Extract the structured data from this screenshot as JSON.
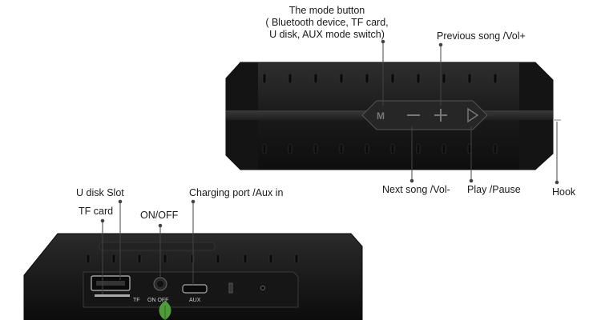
{
  "callouts": {
    "mode_button": [
      "The mode button",
      "( Bluetooth device, TF card,",
      "U disk, AUX mode switch)"
    ],
    "previous_song": "Previous song /Vol+",
    "next_song": "Next song /Vol-",
    "play_pause": "Play /Pause",
    "hook": "Hook",
    "u_disk_slot": "U disk Slot",
    "tf_card": "TF card",
    "on_off": "ON/OFF",
    "charging_port": "Charging port /Aux in"
  },
  "side_panel_labels": {
    "tf": "TF",
    "on_off": "ON OFF",
    "aux": "AUX"
  },
  "colors": {
    "body": "#1c1c1c",
    "body_dark": "#0d0d0d",
    "trim": "#2b2b2b",
    "leader_line": "#444444",
    "leaf": "#4f9a3a"
  }
}
